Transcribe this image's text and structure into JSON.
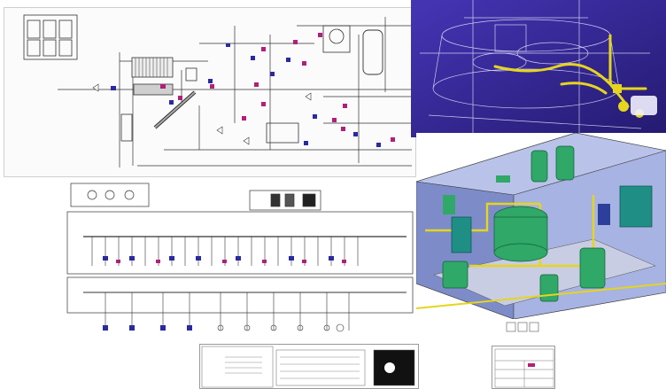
{
  "figure": {
    "panels": [
      {
        "id": "pid",
        "kind": "process-schematic"
      },
      {
        "id": "cad-top",
        "kind": "3d-wireframe-render"
      },
      {
        "id": "cad-bottom",
        "kind": "3d-plant-room-render"
      },
      {
        "id": "sld",
        "kind": "electrical-single-line-diagram"
      },
      {
        "id": "title-block-left",
        "kind": "drawing-title-block"
      },
      {
        "id": "title-block-right",
        "kind": "drawing-title-block"
      }
    ],
    "colors": {
      "pid_line": "#333333",
      "pid_magenta": "#b0207a",
      "pid_blue": "#2a2aa0",
      "cad_top_bg": "#3a2f9c",
      "cad_wire": "#e8e8ff",
      "cad_yellow": "#e6d51c",
      "cad_room_wall": "#8fa0d8",
      "cad_green": "#2fa868",
      "cad_teal": "#1f8f86"
    },
    "top_strip_text": ""
  }
}
